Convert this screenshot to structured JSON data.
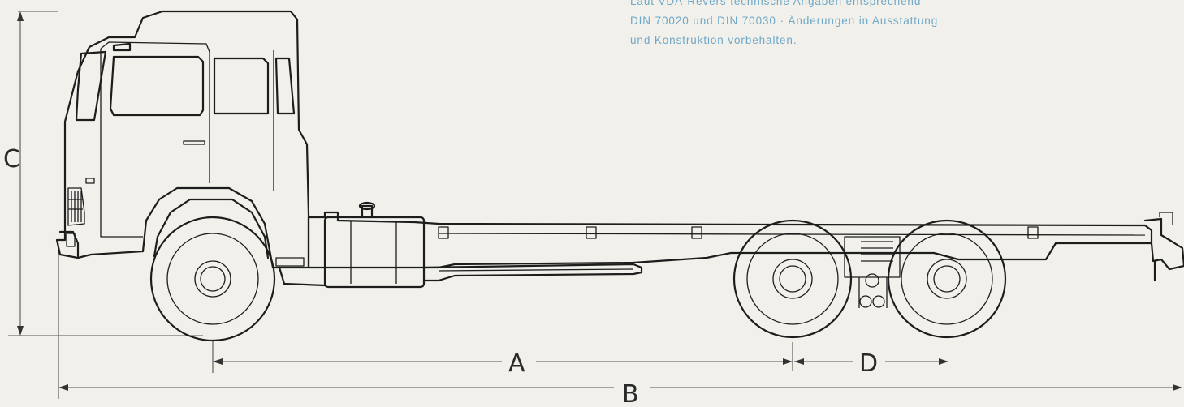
{
  "note": {
    "line1": "Laut VDA-Revers technische Angaben entsprechend",
    "line2": "DIN 70020 und DIN 70030  ·  Änderungen in Ausstattung",
    "line3": "und Konstruktion vorbehalten."
  },
  "dimensions": {
    "a": "A",
    "b": "B",
    "c": "C",
    "d": "D"
  },
  "colors": {
    "note_text": "#6fa8c8",
    "line": "#1d1d1d",
    "background": "#f1f0ea"
  }
}
